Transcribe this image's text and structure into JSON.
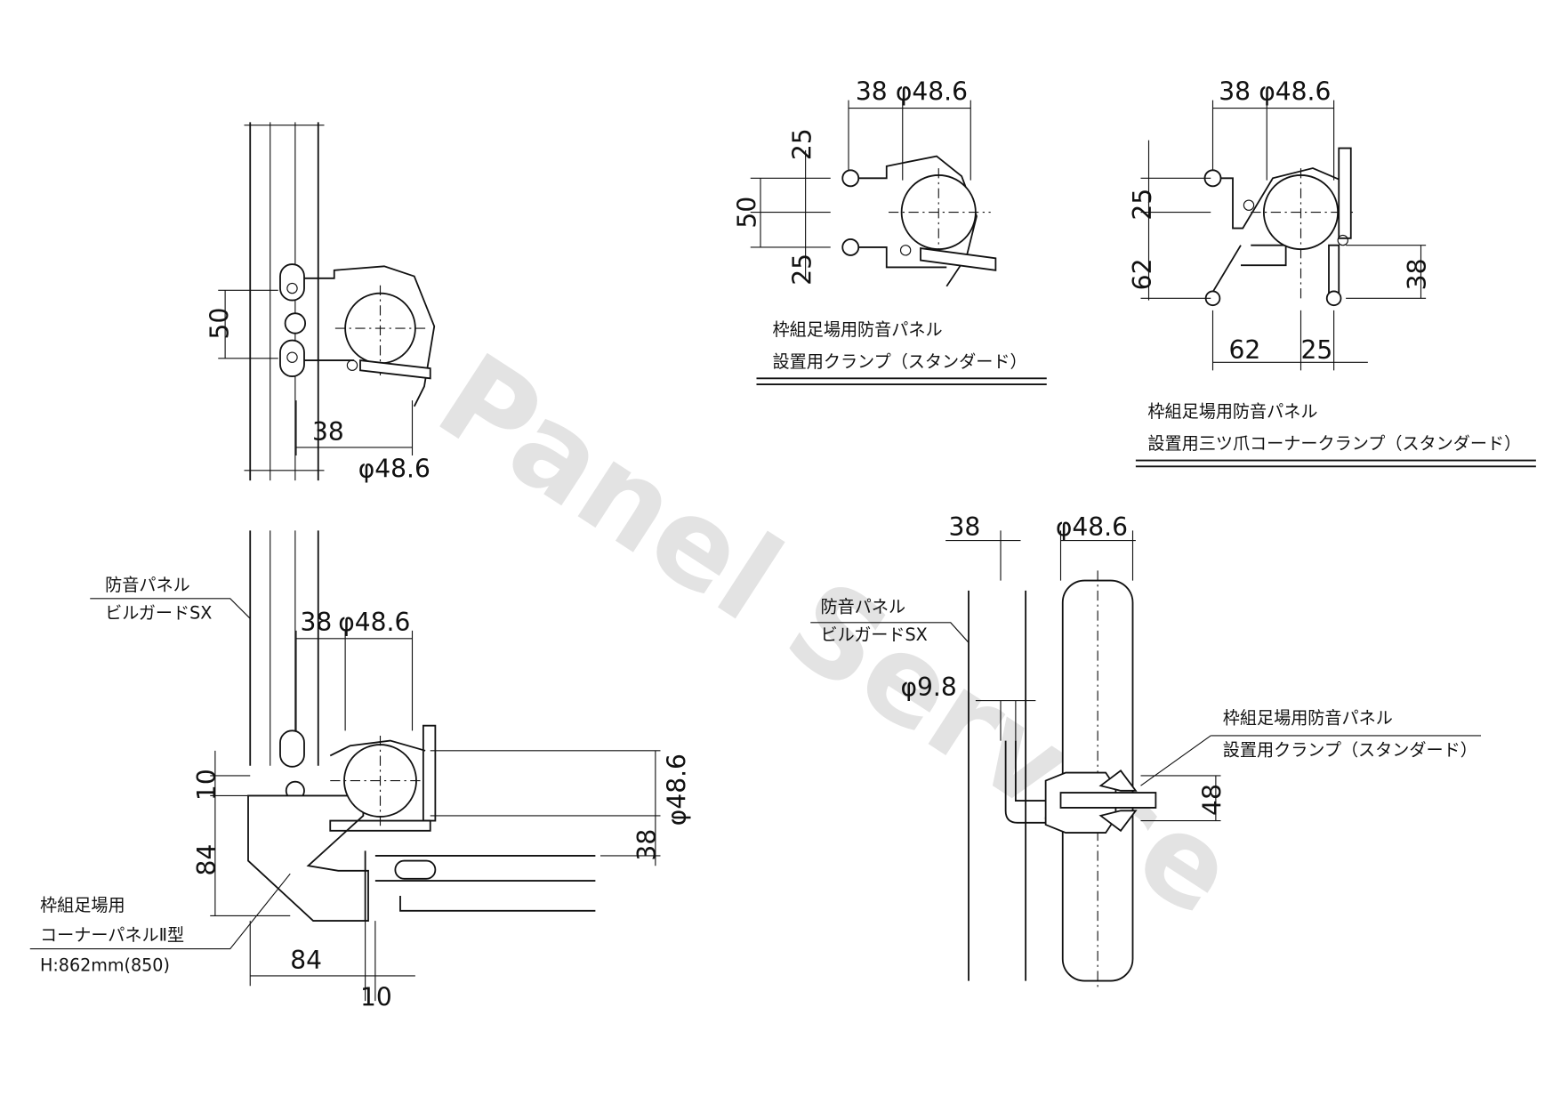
{
  "watermark": "Panel Service",
  "colors": {
    "line": "#111111",
    "watermark": "#d8d8d8"
  },
  "view_top_left": {
    "dims": [
      "50",
      "38",
      "φ48.6"
    ]
  },
  "view_top_mid": {
    "dims": [
      "38",
      "φ48.6",
      "25",
      "50",
      "25"
    ],
    "caption": [
      "枠組足場用防音パネル",
      "設置用クランプ（スタンダード）"
    ]
  },
  "view_top_right": {
    "dims": [
      "38",
      "φ48.6",
      "25",
      "62",
      "38",
      "62",
      "25"
    ],
    "caption": [
      "枠組足場用防音パネル",
      "設置用三ツ爪コーナークランプ（スタンダード）"
    ]
  },
  "view_bottom_left": {
    "dims": [
      "38",
      "φ48.6",
      "10",
      "84",
      "φ48.6",
      "38",
      "84",
      "10"
    ],
    "label_panel": [
      "防音パネル",
      "ビルガードSX"
    ],
    "label_corner": [
      "枠組足場用",
      "コーナーパネルⅡ型",
      "H:862mm(850)"
    ]
  },
  "view_bottom_right": {
    "dims": [
      "38",
      "φ48.6",
      "φ9.8",
      "48"
    ],
    "label_panel": [
      "防音パネル",
      "ビルガードSX"
    ],
    "label_clamp": [
      "枠組足場用防音パネル",
      "設置用クランプ（スタンダード）"
    ]
  }
}
